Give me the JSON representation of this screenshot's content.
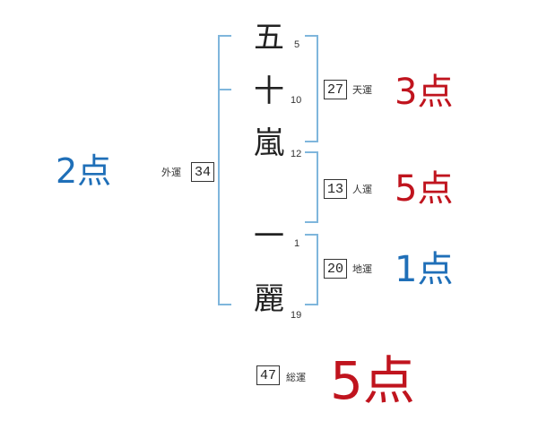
{
  "name": {
    "chars": [
      {
        "char": "五",
        "strokes": "5"
      },
      {
        "char": "十",
        "strokes": "10"
      },
      {
        "char": "嵐",
        "strokes": "12"
      },
      {
        "char": "一",
        "strokes": "1"
      },
      {
        "char": "麗",
        "strokes": "19"
      }
    ]
  },
  "fortunes": {
    "gaiun": {
      "value": "34",
      "label": "外運",
      "score": "2点"
    },
    "tenun": {
      "value": "27",
      "label": "天運",
      "score": "3点"
    },
    "jinun": {
      "value": "13",
      "label": "人運",
      "score": "5点"
    },
    "chiun": {
      "value": "20",
      "label": "地運",
      "score": "1点"
    },
    "souun": {
      "value": "47",
      "label": "総運",
      "score": "5点"
    }
  },
  "colors": {
    "bracket": "#7fb6dc",
    "score_blue": "#1f6fb8",
    "score_red": "#c0141e"
  }
}
